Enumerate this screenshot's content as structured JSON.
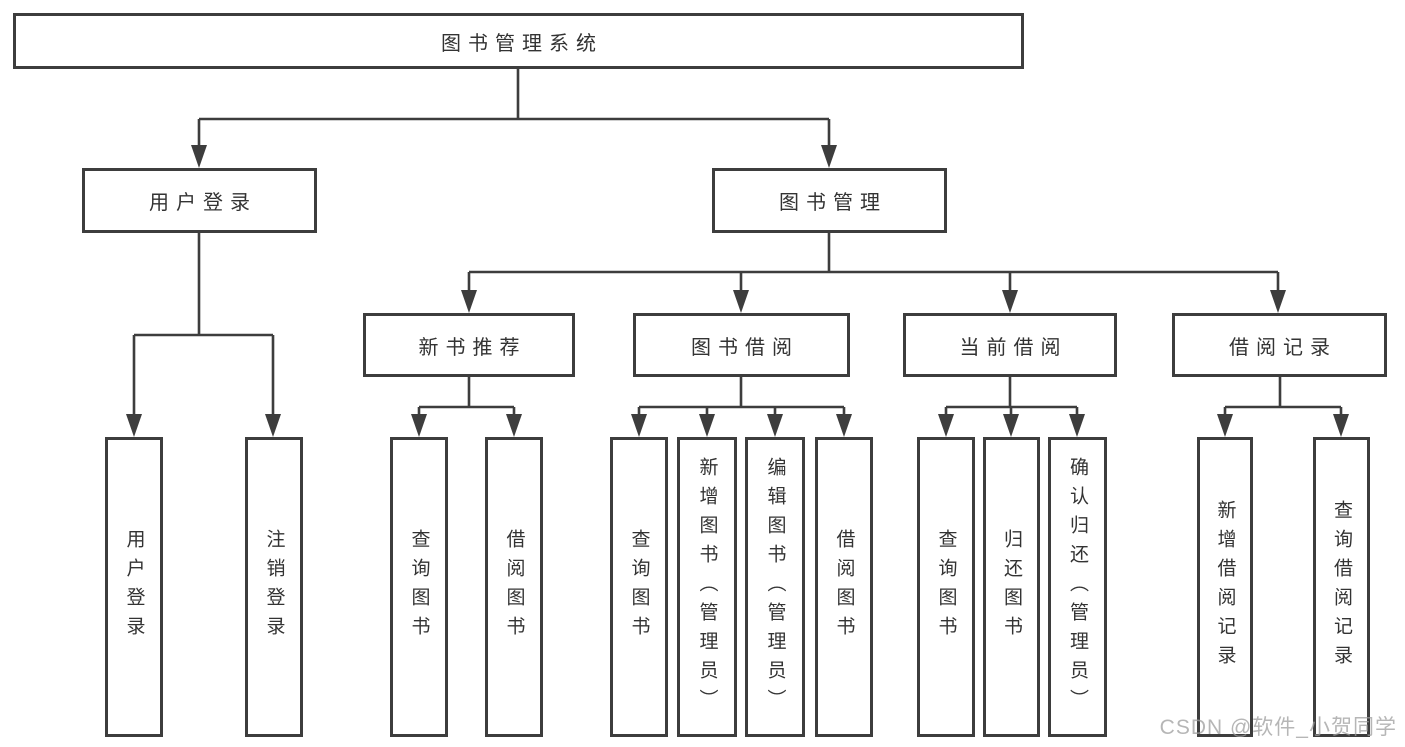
{
  "diagram": {
    "root": {
      "label": "图书管理系统"
    },
    "level2": [
      {
        "label": "用户登录"
      },
      {
        "label": "图书管理"
      }
    ],
    "level3": [
      {
        "label": "新书推荐"
      },
      {
        "label": "图书借阅"
      },
      {
        "label": "当前借阅"
      },
      {
        "label": "借阅记录"
      }
    ],
    "leaves": {
      "user_login": [
        "用户登录",
        "注销登录"
      ],
      "new_books": [
        "查询图书",
        "借阅图书"
      ],
      "book_borrow": [
        "查询图书",
        "新增图书（管理员）",
        "编辑图书（管理员）",
        "借阅图书"
      ],
      "current_borrow": [
        "查询图书",
        "归还图书",
        "确认归还（管理员）"
      ],
      "borrow_records": [
        "新增借阅记录",
        "查询借阅记录"
      ]
    },
    "watermark": "CSDN @软件_小贺同学",
    "colors": {
      "line": "#3d3d3d",
      "text": "#333333",
      "watermark": "#9e9e9e",
      "background": "#ffffff"
    }
  }
}
